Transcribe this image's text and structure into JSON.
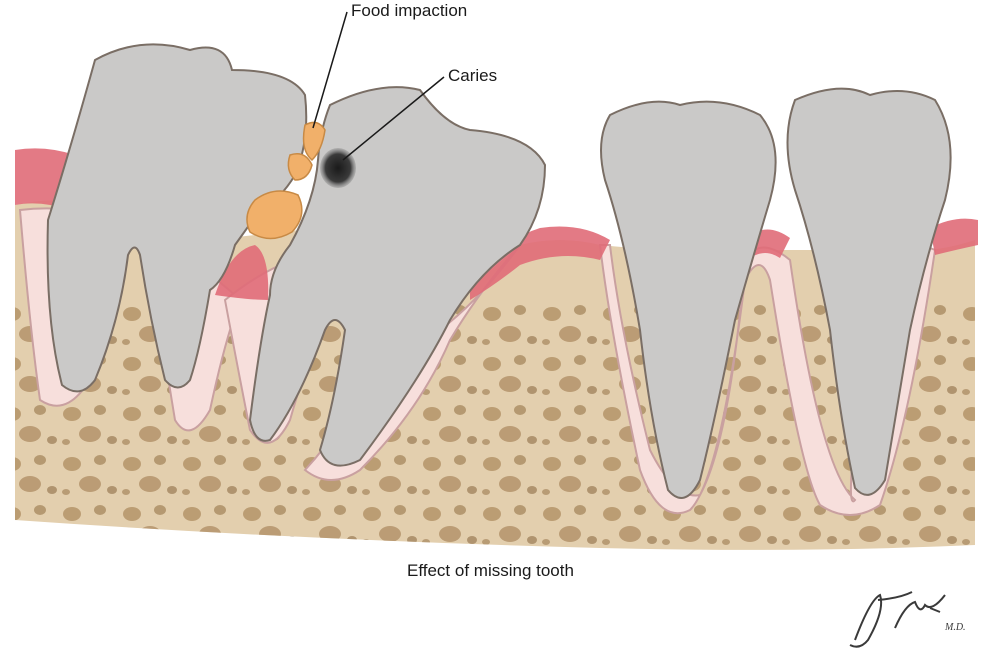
{
  "labels": {
    "food_impaction": "Food impaction",
    "caries": "Caries"
  },
  "caption": "Effect of missing tooth",
  "signature": "F. Netter M.D.",
  "colors": {
    "bone": "#e3cfae",
    "bone_pore": "#9b7a4e",
    "tooth": "#cac9c8",
    "ligament": "#f7dfdc",
    "gingiva": "#e06c78",
    "food": "#f1b06a",
    "caries": "#2d2d2d"
  }
}
